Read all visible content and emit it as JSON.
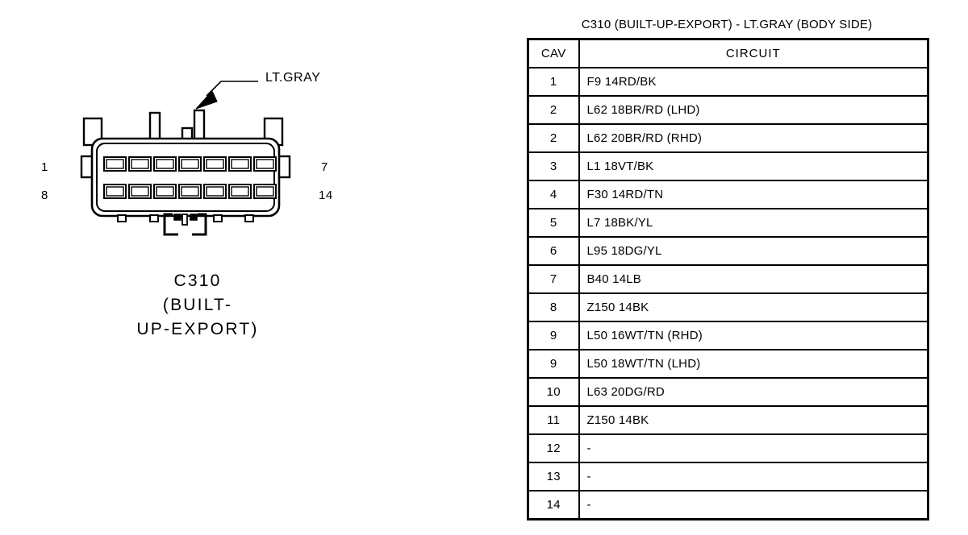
{
  "diagram": {
    "callout": {
      "label": "LT.GRAY",
      "points_to": "keyed-alignment-tab"
    },
    "caption_lines": [
      "C310",
      "(BUILT-",
      "UP-EXPORT)"
    ],
    "pin_labels": {
      "top_left": "1",
      "bottom_left": "8",
      "top_right": "7",
      "bottom_right": "14"
    },
    "cavity_rows": 2,
    "cavity_columns": 7,
    "total_cavities": 14,
    "line_color": "#000000",
    "fill_color": "#ffffff"
  },
  "table": {
    "title": "C310 (BUILT-UP-EXPORT) - LT.GRAY (BODY SIDE)",
    "headers": [
      "CAV",
      "CIRCUIT"
    ],
    "rows": [
      {
        "cav": "1",
        "circuit": "F9 14RD/BK"
      },
      {
        "cav": "2",
        "circuit": "L62 18BR/RD (LHD)"
      },
      {
        "cav": "2",
        "circuit": "L62 20BR/RD (RHD)"
      },
      {
        "cav": "3",
        "circuit": "L1 18VT/BK"
      },
      {
        "cav": "4",
        "circuit": "F30 14RD/TN"
      },
      {
        "cav": "5",
        "circuit": "L7 18BK/YL"
      },
      {
        "cav": "6",
        "circuit": "L95 18DG/YL"
      },
      {
        "cav": "7",
        "circuit": "B40 14LB"
      },
      {
        "cav": "8",
        "circuit": "Z150 14BK"
      },
      {
        "cav": "9",
        "circuit": "L50 16WT/TN (RHD)"
      },
      {
        "cav": "9",
        "circuit": "L50 18WT/TN (LHD)"
      },
      {
        "cav": "10",
        "circuit": "L63 20DG/RD"
      },
      {
        "cav": "11",
        "circuit": "Z150 14BK"
      },
      {
        "cav": "12",
        "circuit": "-"
      },
      {
        "cav": "13",
        "circuit": "-"
      },
      {
        "cav": "14",
        "circuit": "-"
      }
    ]
  }
}
